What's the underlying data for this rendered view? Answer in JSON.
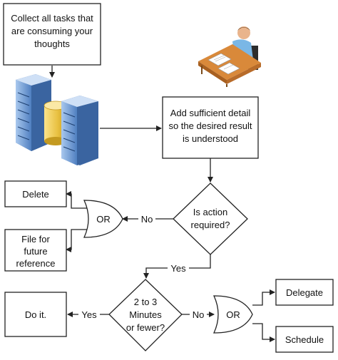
{
  "boxes": {
    "collect": [
      "Collect all tasks that",
      "are consuming your",
      "thoughts"
    ],
    "detail": [
      "Add sufficient detail",
      "so the desired result",
      "is understood"
    ],
    "delete": "Delete",
    "file": [
      "File for",
      "future",
      "reference"
    ],
    "doit": "Do it.",
    "delegate": "Delegate",
    "schedule": "Schedule"
  },
  "decisions": {
    "action": [
      "Is action",
      "required?"
    ],
    "minutes": [
      "2 to 3",
      "Minutes",
      "or fewer?"
    ]
  },
  "gates": {
    "or_left": "OR",
    "or_right": "OR"
  },
  "labels": {
    "no_action": "No",
    "yes_action": "Yes",
    "yes_minutes": "Yes",
    "no_minutes": "No"
  },
  "icons": {
    "servers": "server-rack-icon",
    "person": "person-at-desk-icon"
  },
  "colors": {
    "server_blue": "#5b8fcf",
    "cylinder_gold": "#e8c040",
    "desk_orange": "#d9893a",
    "shirt_blue": "#7ab7e6"
  }
}
